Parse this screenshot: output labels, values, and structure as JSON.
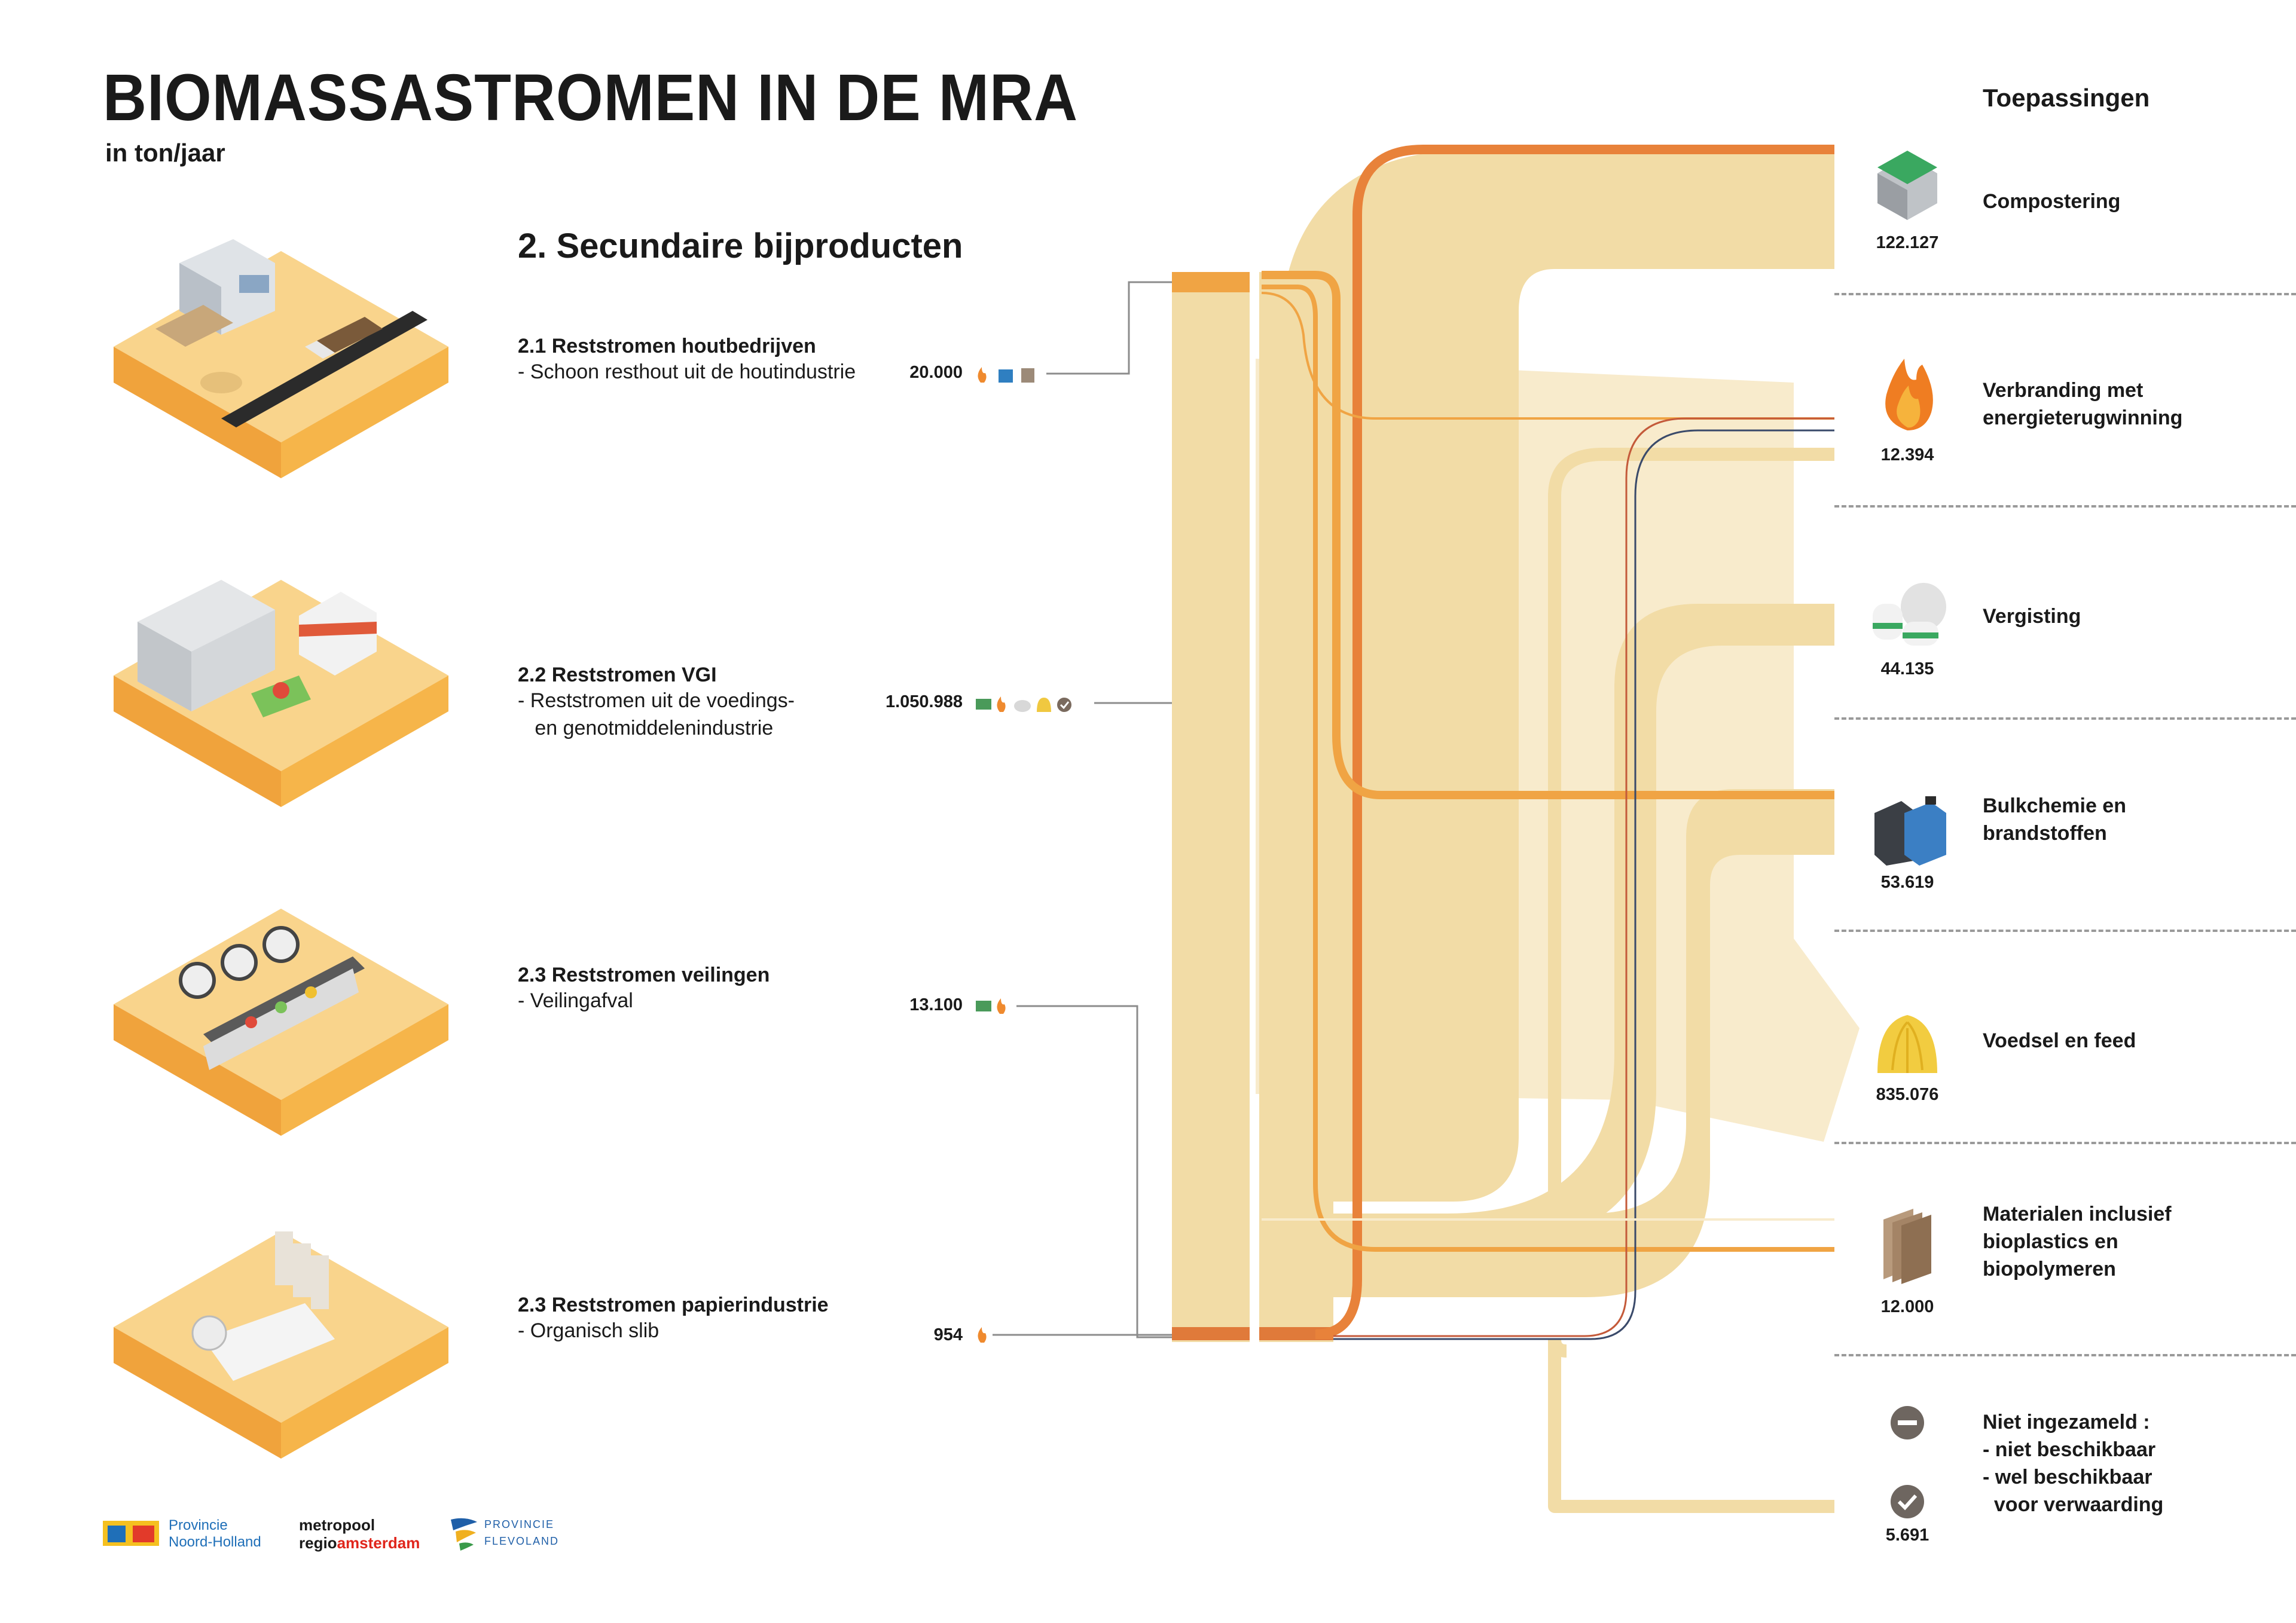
{
  "header": {
    "title": "BIOMASSASTROMEN IN DE MRA",
    "subtitle": "in ton/jaar"
  },
  "section": {
    "title": "2. Secundaire bijproducten"
  },
  "sources": [
    {
      "title": "2.1 Reststromen houtbedrijven",
      "description": "- Schoon resthout uit de houtindustrie",
      "value": "20.000",
      "icons": [
        "fire-icon",
        "container-icon",
        "pallet-icon"
      ]
    },
    {
      "title": "2.2 Reststromen VGI",
      "description": "- Reststromen uit de voedings-\n   en genotmiddelenindustrie",
      "value": "1.050.988",
      "icons": [
        "compost-icon",
        "fire-icon",
        "digester-icon",
        "haystack-icon",
        "check-icon"
      ]
    },
    {
      "title": "2.3 Reststromen veilingen",
      "description": "- Veilingafval",
      "value": "13.100",
      "icons": [
        "compost-icon",
        "fire-icon"
      ]
    },
    {
      "title": "2.3 Reststromen papierindustrie",
      "description": "- Organisch slib",
      "value": "954",
      "icons": [
        "fire-icon"
      ]
    }
  ],
  "applications_title": "Toepassingen",
  "applications": [
    {
      "label": "Compostering",
      "value": "122.127",
      "icon": "compost-container-icon"
    },
    {
      "label": "Verbranding met\nenergieterugwinning",
      "value": "12.394",
      "icon": "fire-icon"
    },
    {
      "label": "Vergisting",
      "value": "44.135",
      "icon": "digester-tanks-icon"
    },
    {
      "label": "Bulkchemie en\nbrandstoffen",
      "value": "53.619",
      "icon": "jerrycan-icon"
    },
    {
      "label": "Voedsel en feed",
      "value": "835.076",
      "icon": "haystack-icon"
    },
    {
      "label": "Materialen inclusief\nbioplastics en\nbiopolymeren",
      "value": "12.000",
      "icon": "boards-icon"
    },
    {
      "label": "Niet ingezameld :\n- niet beschikbaar\n- wel beschikbaar\n  voor verwaarding",
      "value": "5.691",
      "icon": "minus-check-icon"
    }
  ],
  "logos": {
    "noord_holland": "Provincie\nNoord-Holland",
    "metropool": "metropool\nregio",
    "metropool_accent": "amsterdam",
    "flevoland": "PROVINCIE\nFLEVOLAND"
  },
  "colors": {
    "flow_main": "#f2dca6",
    "flow_light": "#f8ebcc",
    "flow_orange": "#e8823a",
    "flow_mid_orange": "#f0a444",
    "platform": "#f9d48c",
    "platform_side": "#f0a33c"
  }
}
